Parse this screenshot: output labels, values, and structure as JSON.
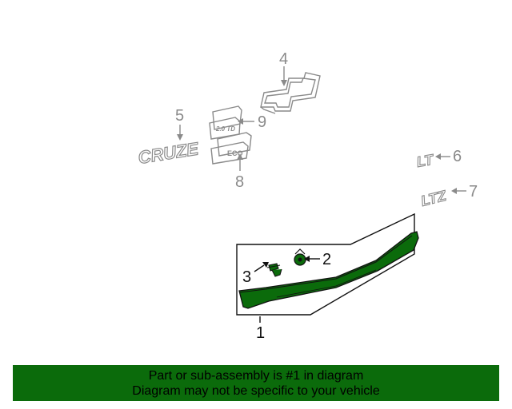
{
  "callouts": {
    "c1": "1",
    "c2": "2",
    "c3": "3",
    "c4": "4",
    "c5": "5",
    "c6": "6",
    "c7": "7",
    "c8": "8",
    "c9": "9"
  },
  "emblems": {
    "cruze": "CRUZE",
    "td": "2.0 TD",
    "eco": "ECO",
    "lt": "LT",
    "ltz": "LTZ"
  },
  "banner": {
    "line1": "Part or sub-assembly is #1 in diagram",
    "line2": "Diagram may not be specific to your vehicle"
  },
  "colors": {
    "highlight": "#0b6b0b",
    "outline_gray": "#8a8a8a"
  }
}
